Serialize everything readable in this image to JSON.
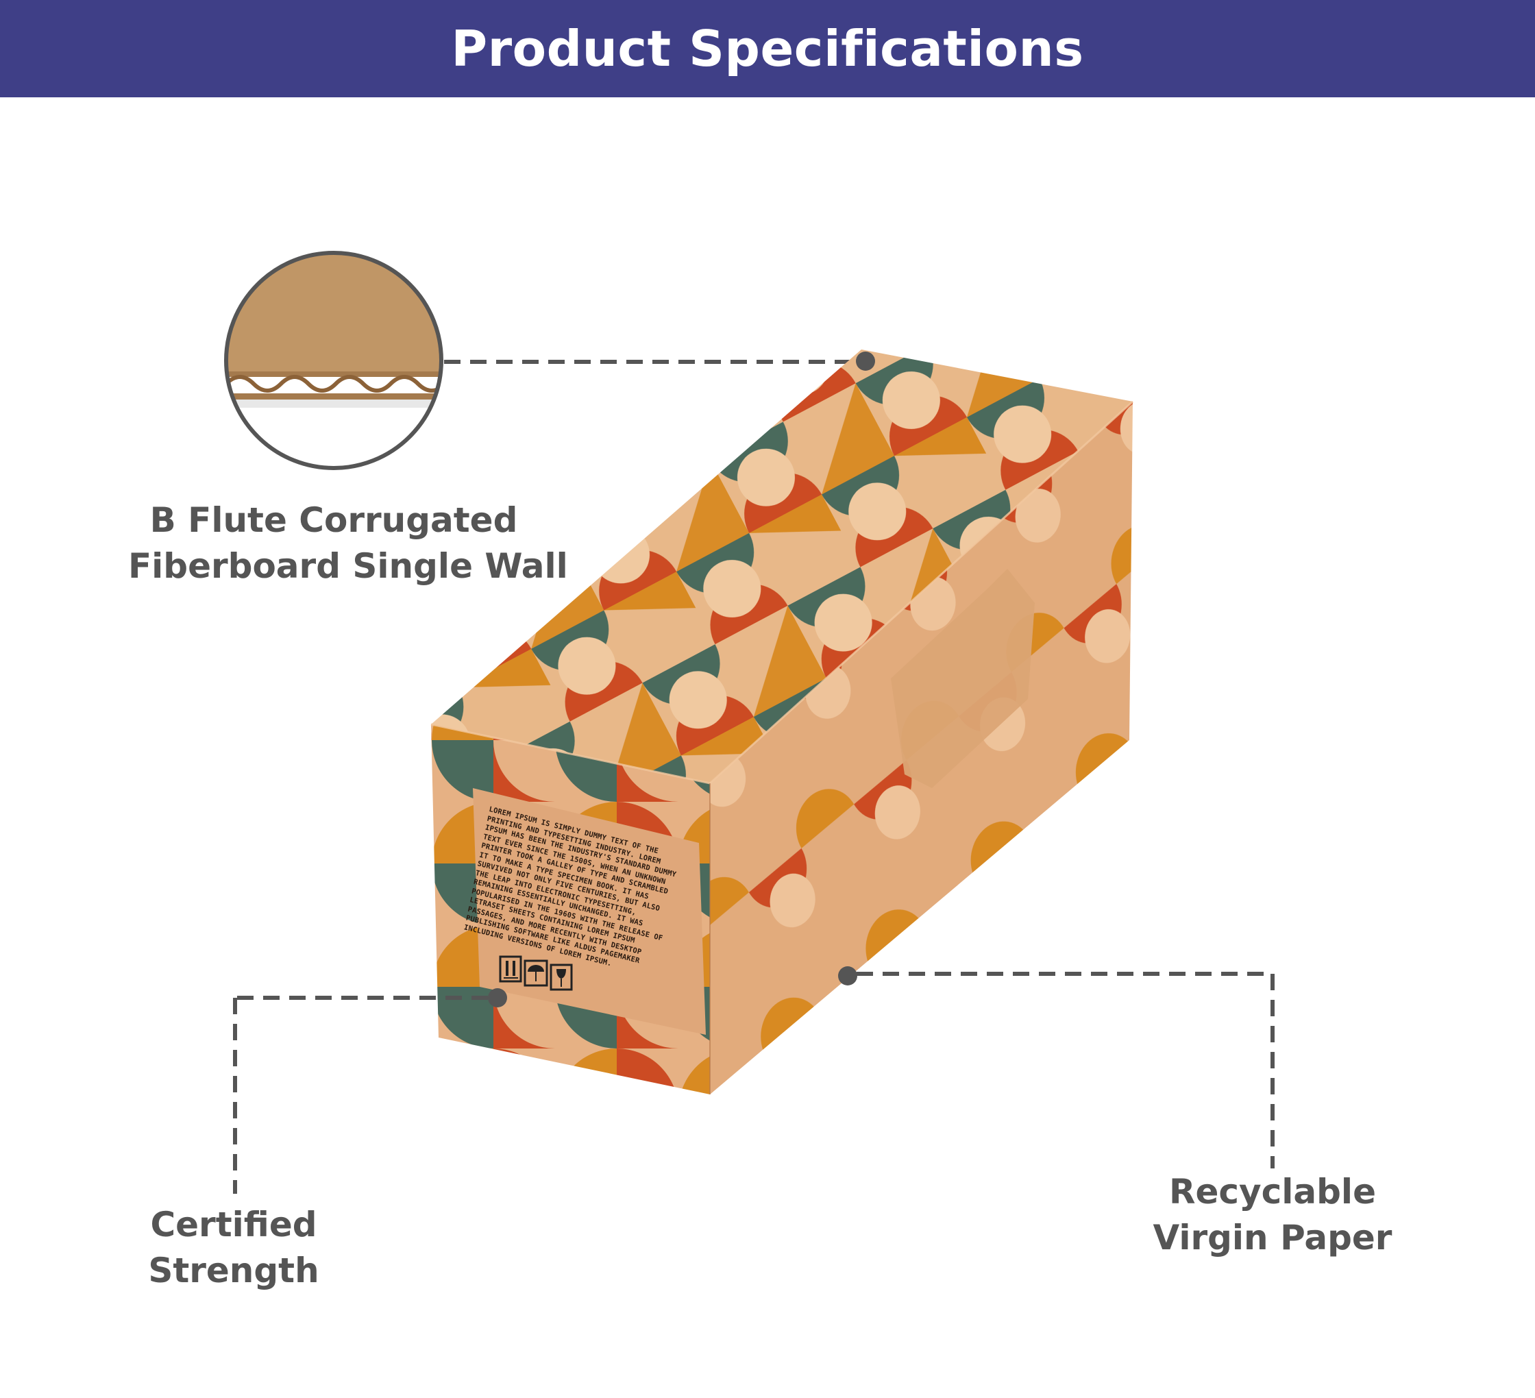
{
  "header": {
    "title": "Product Specifications",
    "background": "#3f3f87",
    "text_color": "#ffffff"
  },
  "callouts": [
    {
      "id": "material",
      "line1": "B Flute Corrugated",
      "line2": "Fiberboard Single Wall",
      "icon": "corrugated-cross-section-icon"
    },
    {
      "id": "strength",
      "line1": "Certified",
      "line2": "Strength"
    },
    {
      "id": "paper",
      "line1": "Recyclable",
      "line2": "Virgin Paper"
    }
  ],
  "product": {
    "name": "printed-corrugated-box",
    "pattern_colors": {
      "base": "#e8b889",
      "orange_red": "#cc4b23",
      "mustard": "#d88a22",
      "teal": "#4a6a5c",
      "kraft": "#d9a071"
    },
    "label_text": "LOREM IPSUM IS SIMPLY DUMMY TEXT OF THE PRINTING AND TYPESETTING INDUSTRY. LOREM IPSUM HAS BEEN THE INDUSTRY'S STANDARD DUMMY TEXT EVER SINCE THE 1500S, WHEN AN UNKNOWN PRINTER TOOK A GALLEY OF TYPE AND SCRAMBLED IT TO MAKE A TYPE SPECIMEN BOOK. IT HAS SURVIVED NOT ONLY FIVE CENTURIES, BUT ALSO THE LEAP INTO ELECTRONIC TYPESETTING, REMAINING ESSENTIALLY UNCHANGED. IT WAS POPULARISED IN THE 1960S WITH THE RELEASE OF LETRASET SHEETS CONTAINING LOREM IPSUM PASSAGES, AND MORE RECENTLY WITH DESKTOP PUBLISHING SOFTWARE LIKE ALDUS PAGEMAKER INCLUDING VERSIONS OF LOREM IPSUM.",
    "handling_icons": [
      "this-way-up-icon",
      "keep-dry-icon",
      "fragile-icon"
    ]
  },
  "styles": {
    "label_color": "#555555",
    "leader_color": "#555555"
  }
}
